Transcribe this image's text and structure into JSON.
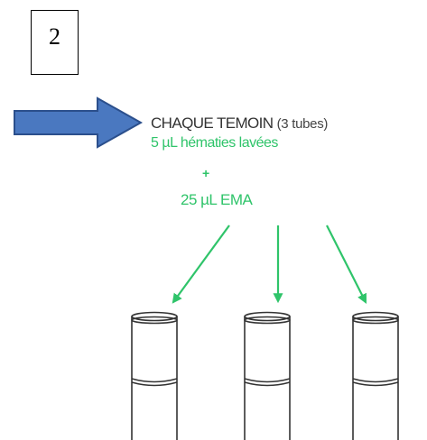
{
  "step": {
    "number": "2"
  },
  "protocol": {
    "title": "CHAQUE TEMOIN",
    "title_suffix": "(3 tubes)",
    "reagent_1": "5 µL hématies lavées",
    "plus": "+",
    "reagent_2": "25 µL EMA"
  },
  "colors": {
    "arrow_fill": "#4a78c0",
    "arrow_stroke": "#2b4f8c",
    "green": "#2fc46a",
    "tube_stroke": "#333333"
  },
  "icons": {
    "pointer": "right-block-arrow-icon",
    "tube": "test-tube-icon"
  }
}
